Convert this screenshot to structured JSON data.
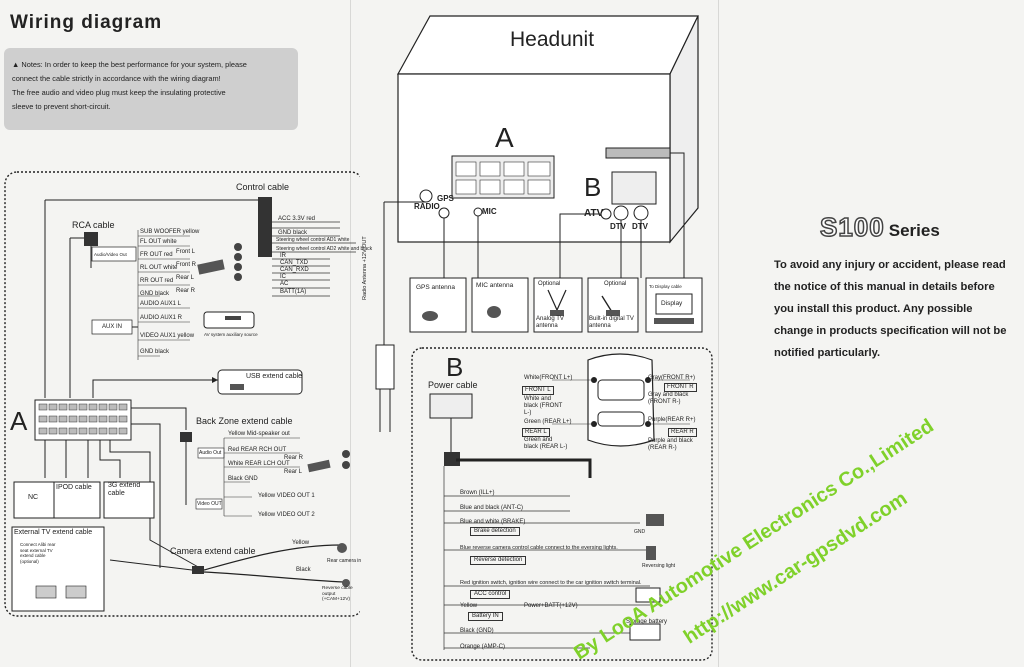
{
  "header": {
    "title": "Wiring diagram"
  },
  "notes": {
    "lines": [
      "▲ Notes: In order to keep the best performance for your system, please",
      "connect the cable strictly in accordance with the  wiring diagram!",
      "The free audio and video plug must keep the insulating protective",
      "sleeve to prevent short-circuit."
    ]
  },
  "left": {
    "control_cable": "Control cable",
    "rca_cable": "RCA cable",
    "audio_video_out": "Audio/Video Out",
    "aux_in": "AUX IN",
    "rca_lines": [
      "SUB WOOFER yellow",
      "FL OUT white",
      "FR OUT red",
      "RL OUT white",
      "RR OUT red",
      "GND black"
    ],
    "speaker_labels": [
      "Front L",
      "Front R",
      "Rear L",
      "Rear R"
    ],
    "aux_lines": [
      "AUDIO AUX1 L",
      "AUDIO AUX1 R",
      "VIDEO AUX1 yellow",
      "GND black"
    ],
    "aux_source": "AV system auxiliary source",
    "control_lines": [
      "ACC 3.3V   red",
      "GND   black",
      "Steering wheel control AD1  white",
      "Steering wheel control AD2  white and black",
      "IR",
      "CAN_TXD",
      "CAN_RXD",
      "IC",
      "AC",
      "BATT(1A)"
    ],
    "connector_a": "A",
    "usb": "USB extend cable",
    "back_zone": "Back Zone extend cable",
    "audio_out": "Audio Out",
    "video_out": "Video OUT",
    "back_zone_lines": [
      "Yellow   Mid-speaker out",
      "Red   REAR RCH OUT",
      "White   REAR LCH OUT",
      "Black   GND"
    ],
    "rear_labels": [
      "Rear R",
      "Rear L"
    ],
    "video_out_1": "Yellow  VIDEO OUT 1",
    "video_out_2": "Yellow  VIDEO OUT 2",
    "nc": "NC",
    "ipod": "IPOD cable",
    "g3": "3G extend cable",
    "ext_tv": "External TV extend cable",
    "ext_tv_note": "Connect Alibi rear seat external TV extend cable (optional)",
    "camera": "Camera extend cable",
    "cam_yellow": "Yellow",
    "cam_black": "Black",
    "rear_camera_in": "Rear camera in",
    "reverse_output": "Reverse cable output (+CAM+12V)"
  },
  "middle": {
    "headunit": "Headunit",
    "a": "A",
    "b": "B",
    "radio": "RADIO",
    "gps": "GPS",
    "mic": "MIC",
    "atv": "ATV",
    "dtv1": "DTV",
    "dtv2": "DTV",
    "radio_antenna": "Radio Antenna +12V OUT",
    "gps_antenna": "GPS antenna",
    "mic_antenna": "MIC antenna",
    "analog_optional": "Optional",
    "analog_tv": "Analog TV antenna",
    "digital_optional": "Optional",
    "digital_tv": "Built-in digital TV antenna",
    "to_display": "To Display cable",
    "display": "Display",
    "power_b": "B",
    "power_cable": "Power cable",
    "speakers_left": [
      "White(FRONT L+)",
      "FRONT L",
      "White and black (FRONT L-)",
      "Green (REAR L+)",
      "REAR L",
      "Green and black (REAR L-)"
    ],
    "speakers_right": [
      "Gray(FRONT R+)",
      "FRONT R",
      "Gray and black (FRONT R-)",
      "Purple(REAR R+)",
      "REAR R",
      "Purple and black (REAR R-)"
    ],
    "power_lines": [
      "Brown       (ILL+)",
      "Blue and black    (ANT-C)",
      "Blue and white     (BRAKE)",
      "Brake detection",
      "Blue reverse camera control cable connect to the eversing lights.",
      "Reverse detection",
      "Red ignition switch, ignition wire connect to the car ignition switch terminal.",
      "ACC control",
      "Yellow",
      "Power+BATT(+12V)",
      "Battery IN",
      "Black (GND)",
      "Orange        (AMP-C)"
    ],
    "gnd": "GND",
    "reversing_light": "Reversing light",
    "storage_battery": "Storage battery"
  },
  "right": {
    "series_mark": "S100",
    "series_word": "Series",
    "warning": "To avoid any injury or accident, please read the notice of this manual in details before you install this product. Any possible change in products specification will not be notified particularly."
  },
  "watermark": {
    "line1": "By LooA Automotive Electronics Co.,Limited",
    "line2": "http://www.car-gpsdvd.com",
    "color": "#7fd12a"
  }
}
